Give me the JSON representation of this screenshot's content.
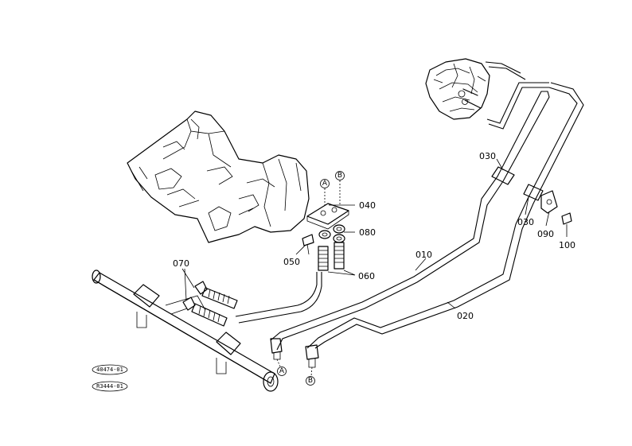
{
  "parts": {
    "p010": "010",
    "p020": "020",
    "p030a": "030",
    "p030b": "030",
    "p040": "040",
    "p050": "050",
    "p060": "060",
    "p070": "070",
    "p080": "080",
    "p090": "090",
    "p100": "100"
  },
  "connectors": {
    "a_top": "A",
    "b_top": "B",
    "a_bottom": "A",
    "b_bottom": "B"
  },
  "stamps": {
    "code1": "40474-01",
    "code2": "R3444-01"
  }
}
